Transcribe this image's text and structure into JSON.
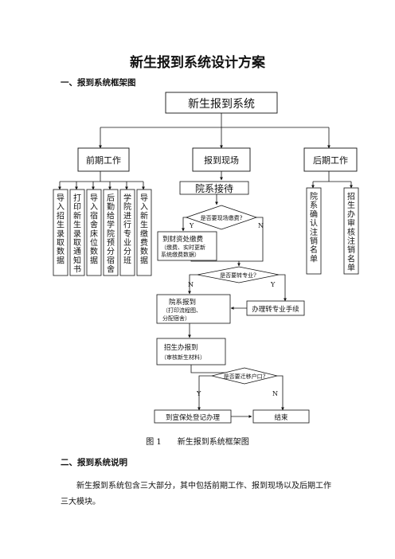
{
  "doc_title": "新生报到系统设计方案",
  "section1_heading": "一、报到系统框架图",
  "diagram": {
    "root": "新生报到系统",
    "stage_pre": "前期工作",
    "stage_arrival": "报到现场",
    "stage_post": "后期工作",
    "pre_items": [
      "导入招生录取数据",
      "打印新生录取通知书",
      "导入宿舍床位数据",
      "后勤给学院预分宿舍",
      "学院进行专业分班",
      "导入新生缴费数据"
    ],
    "post_items": [
      "院系确认注销名单",
      "招生办审核注销名单"
    ],
    "reception": "院系接待",
    "decision_pay": "是否要现场缴费?",
    "finance_title": "到财资处缴费",
    "finance_note1": "（缴费、实时更新",
    "finance_note2": "系统缴费数据）",
    "decision_major": "是否要转专业?",
    "dept_register_title": "院系报到",
    "dept_register_note1": "（打印流程图、",
    "dept_register_note2": "分配宿舍）",
    "transfer_major": "办理转专业手续",
    "admission_register_title": "招生办报到",
    "admission_register_note": "（审核新生材料）",
    "decision_hukou": "是否要迁移户口?",
    "police_register": "到宣保处登记办理",
    "end": "结束",
    "yes": "Y",
    "no": "N"
  },
  "caption": "图 1　　新生报到系统框架图",
  "section2_heading": "二、报到系统说明",
  "paragraph": "新生报到系统包含三大部分，其中包括前期工作、报到现场以及后期工作三大模块。"
}
